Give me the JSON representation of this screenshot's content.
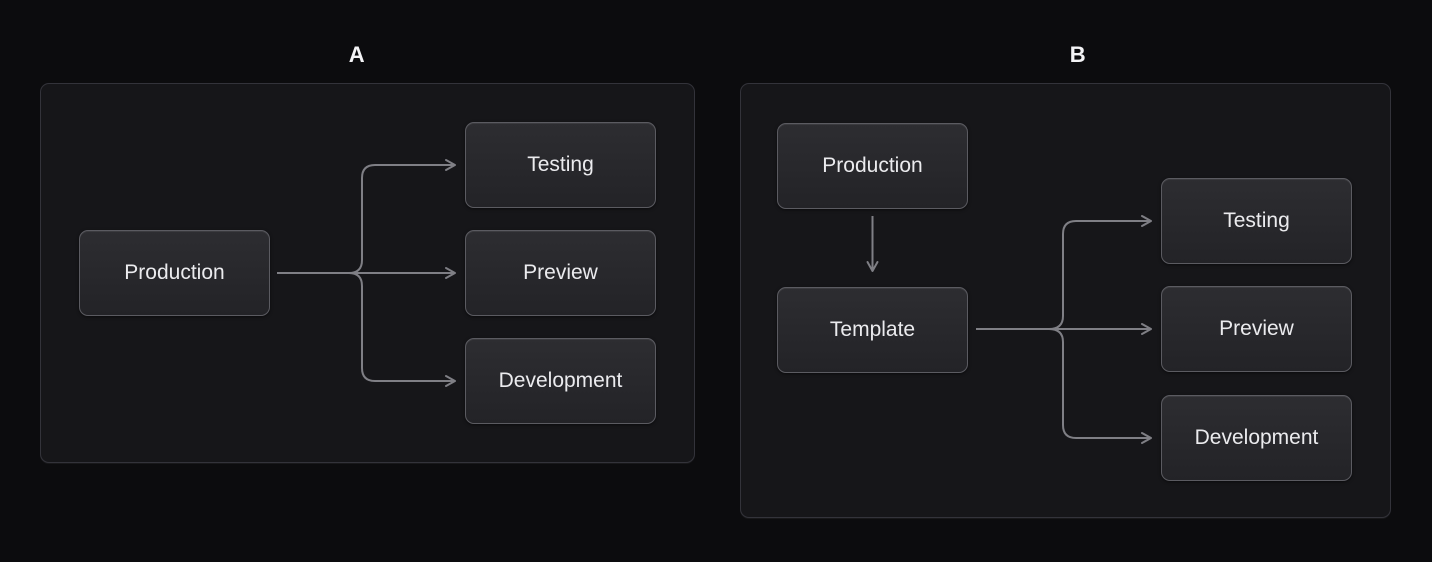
{
  "theme": {
    "background": "#0c0c0e",
    "panel_fill": "#161619",
    "panel_border": "#33333a",
    "node_fill_top": "#2d2d31",
    "node_fill_bottom": "#232327",
    "node_border": "#5b5b61",
    "node_text": "#ebebee",
    "edge_color": "#7f7f85",
    "label_color": "#f4f4f6"
  },
  "figures": [
    {
      "label": "A",
      "nodes": [
        {
          "id": "production",
          "label": "Production"
        },
        {
          "id": "testing",
          "label": "Testing"
        },
        {
          "id": "preview",
          "label": "Preview"
        },
        {
          "id": "development",
          "label": "Development"
        }
      ],
      "edges": [
        {
          "from": "production",
          "to": "testing"
        },
        {
          "from": "production",
          "to": "preview"
        },
        {
          "from": "production",
          "to": "development"
        }
      ]
    },
    {
      "label": "B",
      "nodes": [
        {
          "id": "production",
          "label": "Production"
        },
        {
          "id": "template",
          "label": "Template"
        },
        {
          "id": "testing",
          "label": "Testing"
        },
        {
          "id": "preview",
          "label": "Preview"
        },
        {
          "id": "development",
          "label": "Development"
        }
      ],
      "edges": [
        {
          "from": "production",
          "to": "template"
        },
        {
          "from": "template",
          "to": "testing"
        },
        {
          "from": "template",
          "to": "preview"
        },
        {
          "from": "template",
          "to": "development"
        }
      ]
    }
  ]
}
